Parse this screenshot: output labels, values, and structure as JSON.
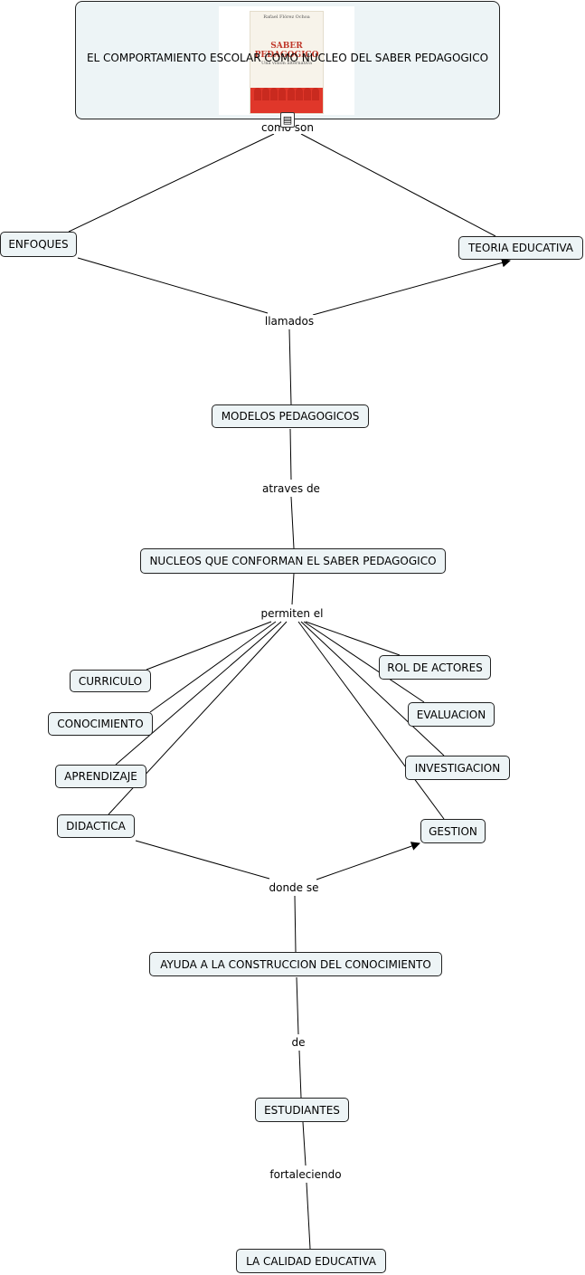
{
  "root": {
    "title": "EL COMPORTAMIENTO ESCOLAR COMO NUCLEO DEL SABER PEDAGOGICO",
    "image": {
      "author": "Rafael Flórez Ochoa",
      "title_line1": "SABER",
      "title_line2": "PEDAGOGICO",
      "subtitle": "Una visión alternativa"
    },
    "resource_icon": "document-icon"
  },
  "concepts": {
    "enfoques": "ENFOQUES",
    "teoria": "TEORIA EDUCATIVA",
    "modelos": "MODELOS PEDAGOGICOS",
    "nucleos": "NUCLEOS QUE CONFORMAN EL SABER PEDAGOGICO",
    "curriculo": "CURRICULO",
    "conocimiento": "CONOCIMIENTO",
    "aprendizaje": "APRENDIZAJE",
    "didactica": "DIDACTICA",
    "rol": "ROL DE ACTORES",
    "evaluacion": "EVALUACION",
    "investigacion": "INVESTIGACION",
    "gestion": "GESTION",
    "ayuda": "AYUDA A LA CONSTRUCCION DEL CONOCIMIENTO",
    "estudiantes": "ESTUDIANTES",
    "calidad": "LA CALIDAD EDUCATIVA"
  },
  "linking_phrases": {
    "como_son": "como son",
    "llamados": "llamados",
    "atraves": "atraves de",
    "permiten": "permiten el",
    "donde": "donde se",
    "de": "de",
    "fortaleciendo": "fortaleciendo"
  },
  "colors": {
    "node_fill": "#edf4f6",
    "node_border": "#222222",
    "line": "#000000",
    "book_red": "#e0372a"
  }
}
